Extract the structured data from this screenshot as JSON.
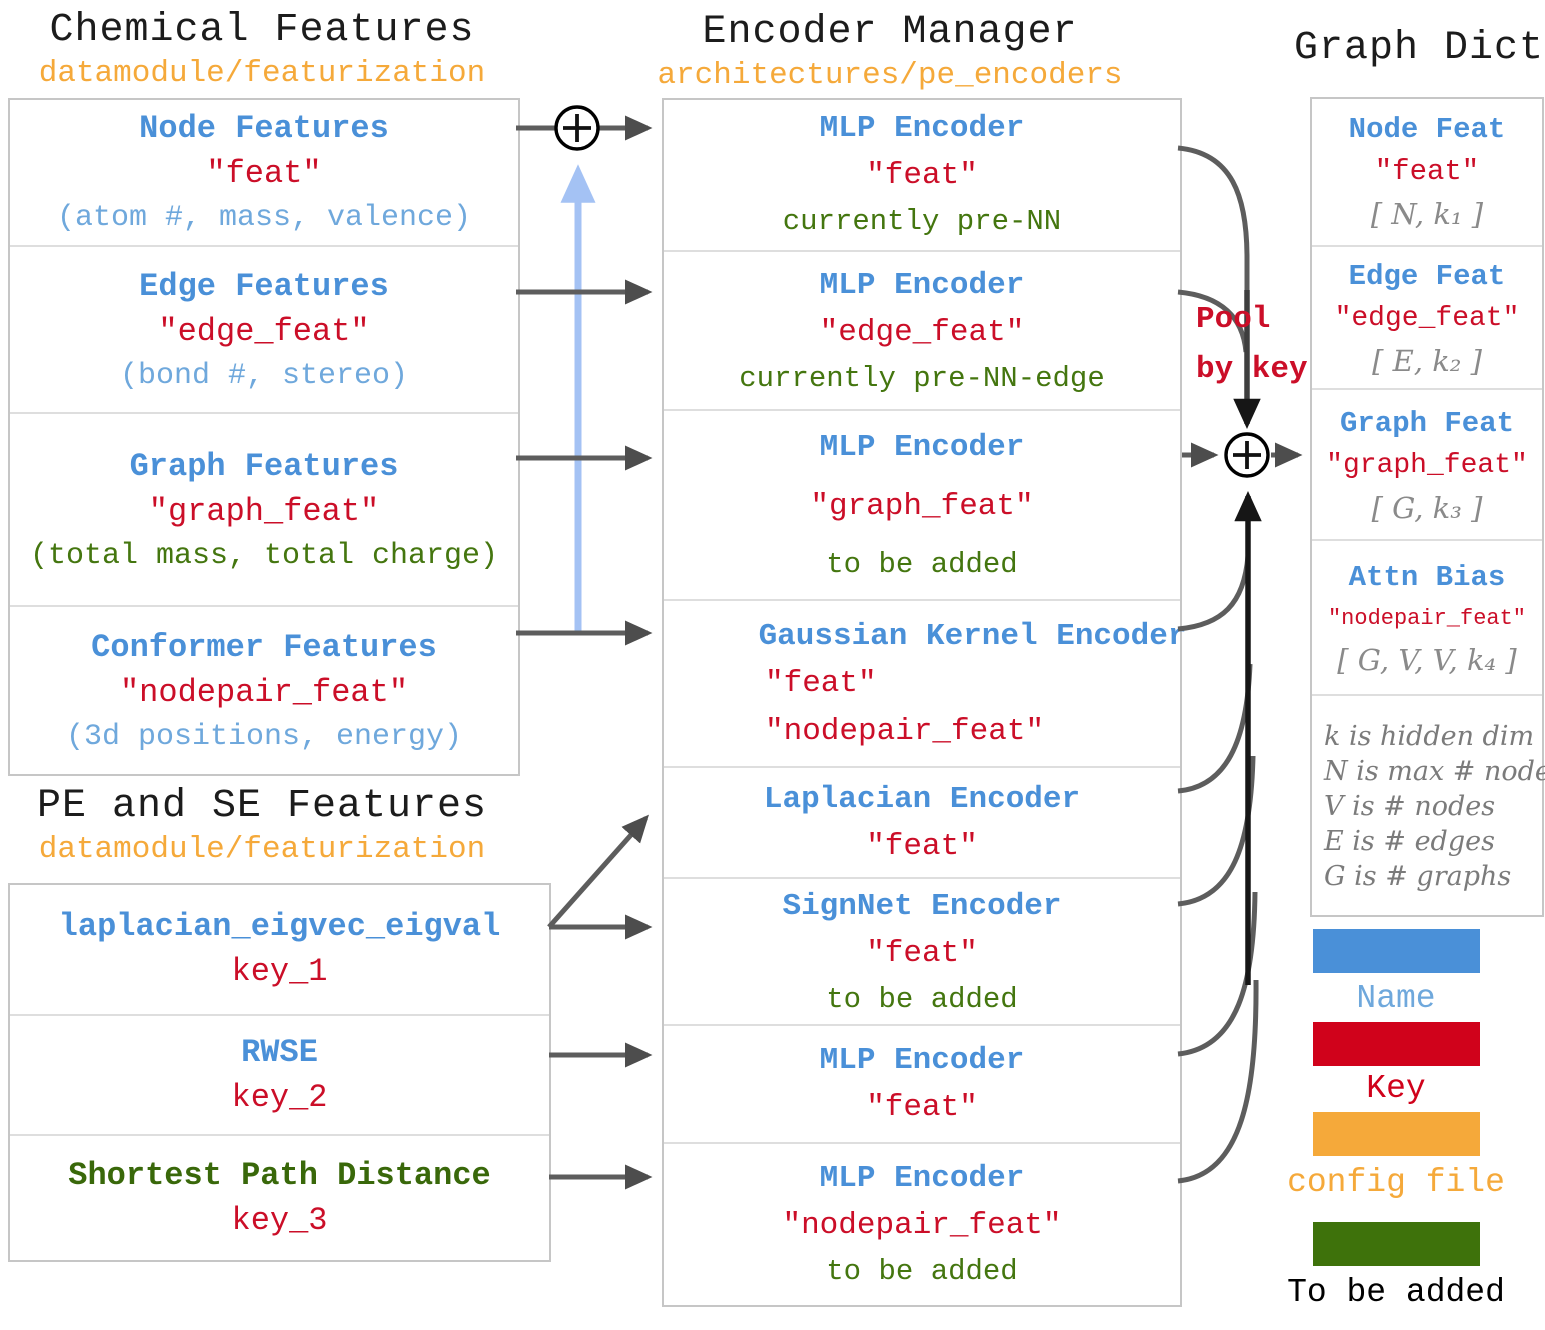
{
  "chemical_features": {
    "title": "Chemical Features",
    "subtitle": "datamodule/featurization",
    "rows": [
      {
        "name": "Node Features",
        "key": "\"feat\"",
        "note": "(atom #, mass, valence)"
      },
      {
        "name": "Edge Features",
        "key": "\"edge_feat\"",
        "note": "(bond #, stereo)"
      },
      {
        "name": "Graph Features",
        "key": "\"graph_feat\"",
        "note": "(total mass, total charge)"
      },
      {
        "name": "Conformer Features",
        "key": "\"nodepair_feat\"",
        "note": "(3d positions, energy)"
      }
    ]
  },
  "pe_se_features": {
    "title": "PE and SE Features",
    "subtitle": "datamodule/featurization",
    "rows": [
      {
        "name": "laplacian_eigvec_eigval",
        "key": "key_1"
      },
      {
        "name": "RWSE",
        "key": "key_2"
      },
      {
        "name": "Shortest Path Distance",
        "key": "key_3"
      }
    ]
  },
  "encoder_manager": {
    "title": "Encoder Manager",
    "subtitle": "architectures/pe_encoders",
    "rows": [
      {
        "name": "MLP Encoder",
        "keys": [
          "\"feat\""
        ],
        "status": "currently pre-NN"
      },
      {
        "name": "MLP Encoder",
        "keys": [
          "\"edge_feat\""
        ],
        "status": "currently pre-NN-edge"
      },
      {
        "name": "MLP Encoder",
        "keys": [
          "\"graph_feat\""
        ],
        "status": "to be added"
      },
      {
        "name": "Gaussian Kernel Encoder",
        "keys": [
          "\"feat\"",
          "\"nodepair_feat\""
        ],
        "status": ""
      },
      {
        "name": "Laplacian Encoder",
        "keys": [
          "\"feat\""
        ],
        "status": ""
      },
      {
        "name": "SignNet Encoder",
        "keys": [
          "\"feat\""
        ],
        "status": "to be added"
      },
      {
        "name": "MLP Encoder",
        "keys": [
          "\"feat\""
        ],
        "status": ""
      },
      {
        "name": "MLP Encoder",
        "keys": [
          "\"nodepair_feat\""
        ],
        "status": "to be added"
      }
    ]
  },
  "graph_dict": {
    "title": "Graph Dict",
    "rows": [
      {
        "name": "Node Feat",
        "key": "\"feat\"",
        "shape": "[ N, k₁ ]"
      },
      {
        "name": "Edge Feat",
        "key": "\"edge_feat\"",
        "shape": "[ E, k₂ ]"
      },
      {
        "name": "Graph Feat",
        "key": "\"graph_feat\"",
        "shape": "[ G, k₃ ]"
      },
      {
        "name": "Attn Bias",
        "key": "\"nodepair_feat\"",
        "shape": "[ G, V, V, k₄ ]"
      }
    ],
    "notes": [
      "k is hidden dim",
      "N is max # nodes",
      "V is # nodes",
      "E is # edges",
      "G is # graphs"
    ]
  },
  "pool_label": {
    "line1": "Pool",
    "line2": "by key"
  },
  "legend": [
    {
      "label": "Name",
      "color": "#4a90d8"
    },
    {
      "label": "Key",
      "color": "#d0021b"
    },
    {
      "label": "config file",
      "color": "#f5a93a"
    },
    {
      "label": "To be added",
      "color": "#3e720b"
    }
  ],
  "colors": {
    "name_blue": "#4a90d8",
    "light_blue": "#6fa8dc",
    "key_red": "#cb0e28",
    "config_orange": "#f5a93a",
    "added_green": "#44760f",
    "arrow_gray": "#5d5d5d",
    "blue_arrow": "#a4c2f4"
  }
}
